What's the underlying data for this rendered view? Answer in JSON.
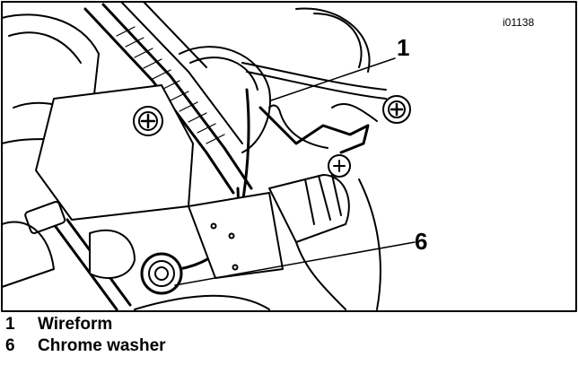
{
  "figure_id": "i01138",
  "callouts": [
    {
      "number": "1"
    },
    {
      "number": "6"
    }
  ],
  "legend": [
    {
      "number": "1",
      "label": "Wireform"
    },
    {
      "number": "6",
      "label": "Chrome washer"
    }
  ],
  "colors": {
    "line": "#000000",
    "background": "#ffffff"
  }
}
